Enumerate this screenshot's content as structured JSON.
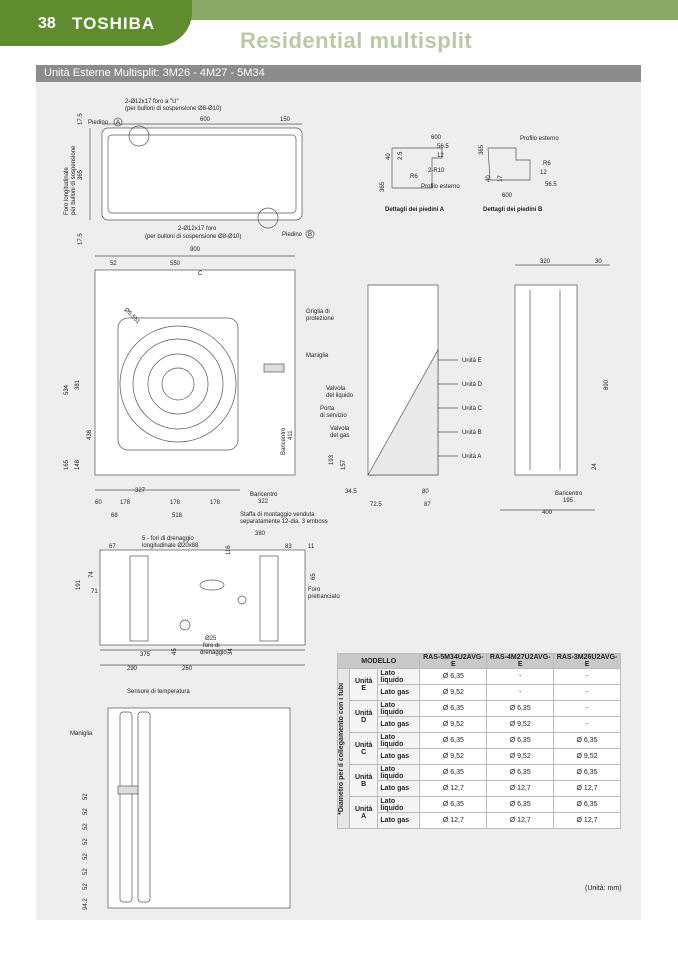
{
  "header": {
    "page_number": "38",
    "brand": "TOSHIBA",
    "section": "Residential multisplit"
  },
  "title": "Unità Esterne Multisplit: 3M26 - 4M27 - 5M34",
  "top_view": {
    "hole_u": "2-Ø12x17 foro a \"U\"",
    "hole_u_sub": "(per bulloni di sospensione Ø8-Ø10)",
    "hole_b": "2-Ø12x17 foro",
    "hole_b_sub": "(per bulloni di sospensione Ø8-Ø10)",
    "foot_a": "Piedino",
    "foot_a_letter": "A",
    "foot_b": "Piedino",
    "foot_b_letter": "B",
    "long_hole": "Foro longitudinale",
    "long_hole_sub": "per bulloni di sospensione",
    "d600": "600",
    "d150": "150",
    "d17a": "17.5",
    "d17b": "17.5",
    "d365": "365"
  },
  "details": {
    "a_title": "Dettagli dei piedini A",
    "b_title": "Dettagli dei piedini B",
    "profile_a": "Profilo esterno",
    "profile_b": "Profilo esterno",
    "r6": "R6",
    "d40": "40",
    "d25": "2.5",
    "d600": "600",
    "d565": "56.5",
    "d12": "12",
    "r10": "2-R10",
    "d365": "365",
    "d17": "17"
  },
  "front": {
    "d900": "900",
    "d52": "52",
    "d550": "550",
    "c": "C",
    "phi": "Ø5.551",
    "grille": "Griglia di",
    "grille2": "protezione",
    "handle": "Maniglia",
    "cog": "Baricentro",
    "cog_val": "322",
    "cog_v": "Baricentro",
    "cog_v_val": "411",
    "bracket": "Staffa di montaggio venduta",
    "bracket2": "separatamente 12-dia. 3 emboss",
    "d534": "534",
    "d381": "381",
    "d438": "438",
    "d165": "165",
    "d148": "148",
    "d327": "327",
    "d60": "60",
    "d178a": "178",
    "d178b": "178",
    "d178c": "178",
    "d68": "68",
    "d518": "518"
  },
  "side": {
    "valve_liq": "Valvola",
    "valve_liq2": "del liquido",
    "service": "Porta",
    "service2": "di servizio",
    "valve_gas": "Valvola",
    "valve_gas2": "del gas",
    "units": [
      "Unità E",
      "Unità D",
      "Unità C",
      "Unità B",
      "Unità A"
    ],
    "d193": "193",
    "d157": "157",
    "d345": "34.5",
    "d80": "80",
    "d725": "72.5",
    "d87": "87"
  },
  "right": {
    "d320": "320",
    "d30": "30",
    "d890": "890",
    "d24": "24",
    "cog": "Baricentro",
    "cog_val": "195",
    "d400": "400"
  },
  "bottom": {
    "drain": "5 - fori di drenaggio",
    "drain2": "longitudinale Ø20x88",
    "d380": "380",
    "d67": "67",
    "d116": "116",
    "d83": "83",
    "d11": "11",
    "d65": "65",
    "d191": "191",
    "d74": "74",
    "d71": "71",
    "d375": "375",
    "d45": "45",
    "d34": "34",
    "drain_b": "Ø25",
    "drain_b2": "foro di",
    "drain_b3": "drenaggio",
    "precut": "Foro",
    "precut2": "pretranciato",
    "d290": "290",
    "d260": "260"
  },
  "rear": {
    "sensor": "Sensore di temperatura",
    "handle": "Maniglia",
    "pitches": [
      "52",
      "52",
      "52",
      "52",
      "52",
      "52",
      "52",
      "94.2"
    ]
  },
  "spec": {
    "headers": [
      "MODELLO",
      "RAS-5M34U2AVG-E",
      "RAS-4M27U2AVG-E",
      "RAS-3M26U2AVG-E"
    ],
    "vertical": "*Diametro per il collegamento con i tubi",
    "groups": [
      {
        "unit": "Unità E",
        "rows": [
          [
            "Lato liquido",
            "Ø 6,35",
            "-",
            "-"
          ],
          [
            "Lato gas",
            "Ø 9,52",
            "-",
            "-"
          ]
        ]
      },
      {
        "unit": "Unità D",
        "rows": [
          [
            "Lato liquido",
            "Ø 6,35",
            "Ø 6,35",
            "-"
          ],
          [
            "Lato gas",
            "Ø 9,52",
            "Ø 9,52",
            "-"
          ]
        ]
      },
      {
        "unit": "Unità C",
        "rows": [
          [
            "Lato liquido",
            "Ø 6,35",
            "Ø 6,35",
            "Ø 6,35"
          ],
          [
            "Lato gas",
            "Ø 9,52",
            "Ø 9,52",
            "Ø 9,52"
          ]
        ]
      },
      {
        "unit": "Unità B",
        "rows": [
          [
            "Lato liquido",
            "Ø 6,35",
            "Ø 6,35",
            "Ø 6,35"
          ],
          [
            "Lato gas",
            "Ø 12,7",
            "Ø 12,7",
            "Ø 12,7"
          ]
        ]
      },
      {
        "unit": "Unità A",
        "rows": [
          [
            "Lato liquido",
            "Ø 6,35",
            "Ø 6,35",
            "Ø 6,35"
          ],
          [
            "Lato gas",
            "Ø 12,7",
            "Ø 12,7",
            "Ø 12,7"
          ]
        ]
      }
    ],
    "unit_note": "(Unità: mm)"
  }
}
